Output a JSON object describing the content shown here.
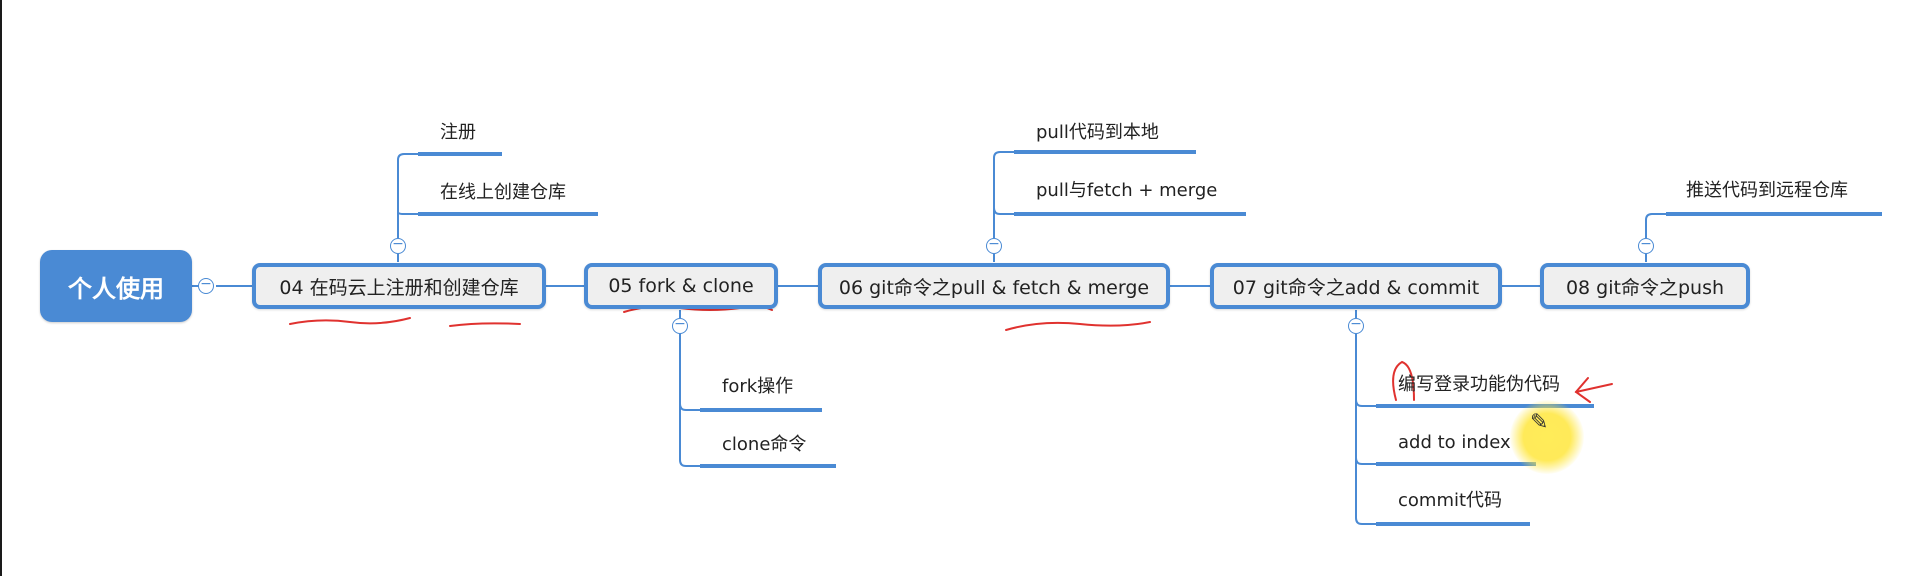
{
  "root": {
    "label": "个人使用"
  },
  "nodes": [
    {
      "id": "n04",
      "label": "04 在码云上注册和创建仓库"
    },
    {
      "id": "n05",
      "label": "05 fork & clone"
    },
    {
      "id": "n06",
      "label": "06 git命令之pull & fetch & merge"
    },
    {
      "id": "n07",
      "label": "07 git命令之add & commit"
    },
    {
      "id": "n08",
      "label": "08 git命令之push"
    }
  ],
  "leaves": {
    "n04": [
      "注册",
      "在线上创建仓库"
    ],
    "n05": [
      "fork操作",
      "clone命令"
    ],
    "n06": [
      "pull代码到本地",
      "pull与fetch + merge"
    ],
    "n07": [
      "编写登录功能伪代码",
      "add to index",
      "commit代码"
    ],
    "n08": [
      "推送代码到远程仓库"
    ]
  },
  "toggle_symbol": "−",
  "colors": {
    "accent": "#4a8ad4",
    "node_bg": "#efefef",
    "annotation": "#e0322f",
    "highlight": "#ffe74d"
  }
}
